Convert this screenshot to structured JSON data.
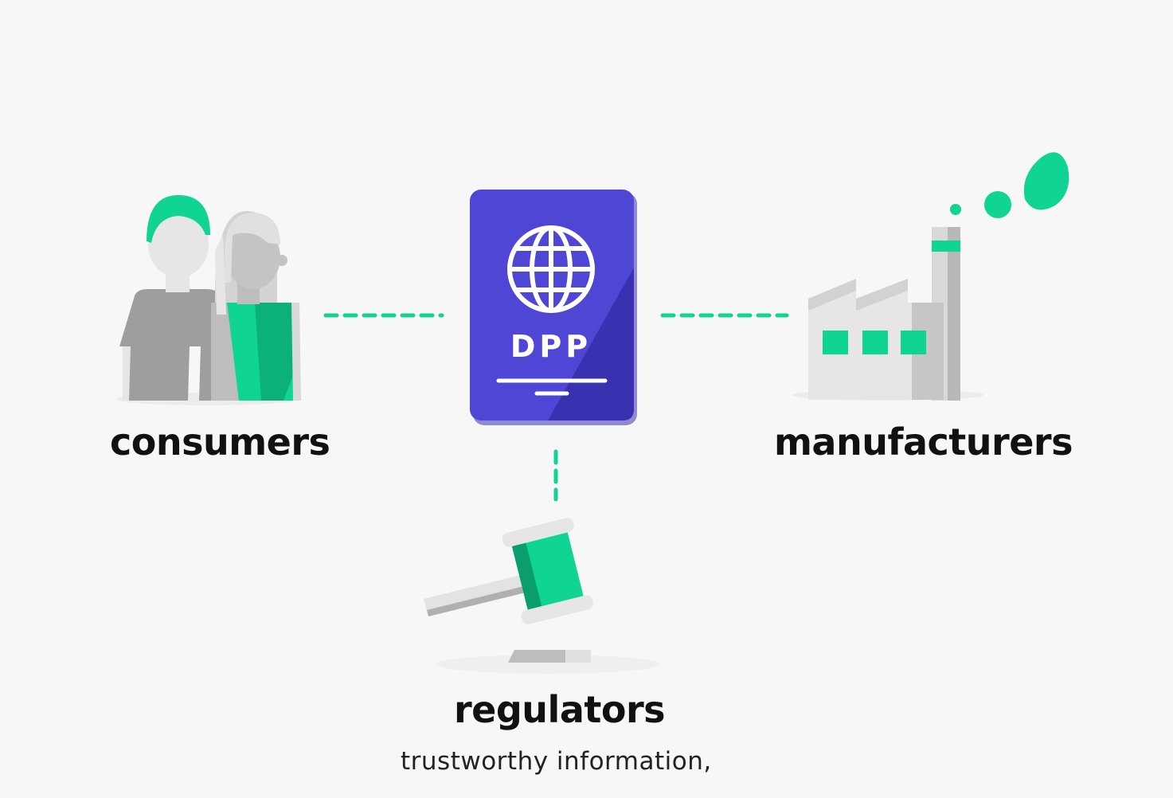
{
  "passport": {
    "label": "DPP",
    "card_color": "#4f46d6",
    "card_shadow_color": "#3a31b0",
    "icon": "globe-icon"
  },
  "stakeholders": {
    "consumers": {
      "label": "consumers",
      "icon": "consumers-people-icon"
    },
    "manufacturers": {
      "label": "manufacturers",
      "icon": "factory-icon"
    },
    "regulators": {
      "label": "regulators",
      "icon": "gavel-icon"
    }
  },
  "caption": "trustworthy information,",
  "colors": {
    "accent": "#0fd494",
    "gray_light": "#e6e6e6",
    "gray_mid": "#bdbdbd",
    "gray_dark": "#9e9e9e",
    "background": "#f7f7f8"
  }
}
